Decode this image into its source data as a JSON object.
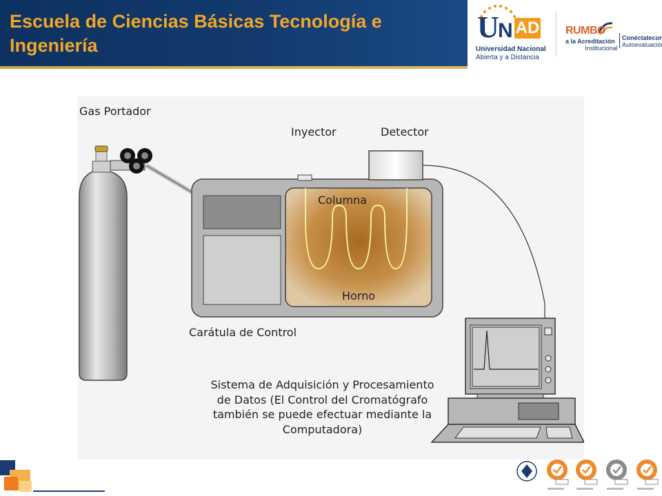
{
  "header": {
    "title": "Escuela de Ciencias Básicas Tecnología e Ingeniería"
  },
  "logos": {
    "unad_u": "U",
    "unad_n": "N",
    "unad_ad": "AD",
    "unad_line1": "Universidad Nacional",
    "unad_line2": "Abierta y a Distancia",
    "rumbo": "RUMBO",
    "rumbo_line1": "a la Acreditación",
    "rumbo_line2": "Institucional",
    "conect_line1": "Conéctateconla",
    "conect_line2": "Autoevaluación"
  },
  "diagram": {
    "gas_portador": "Gas Portador",
    "inyector": "Inyector",
    "detector": "Detector",
    "columna": "Columna",
    "horno": "Horno",
    "caratula": "Carátula de Control",
    "caption": "Sistema de Adquisición y Procesamiento de Datos (El Control del Cromatógrafo también se puede efectuar mediante la Computadora)"
  },
  "colors": {
    "header_bg": "#123a6e",
    "title": "#f2a62a",
    "unad_blue": "#1a3c73",
    "unad_orange": "#f29a1e",
    "rumbo_orange": "#e0622a",
    "oven": "#c6904a",
    "column_line": "#f4efa0",
    "cert_orange": "#f0892a"
  }
}
